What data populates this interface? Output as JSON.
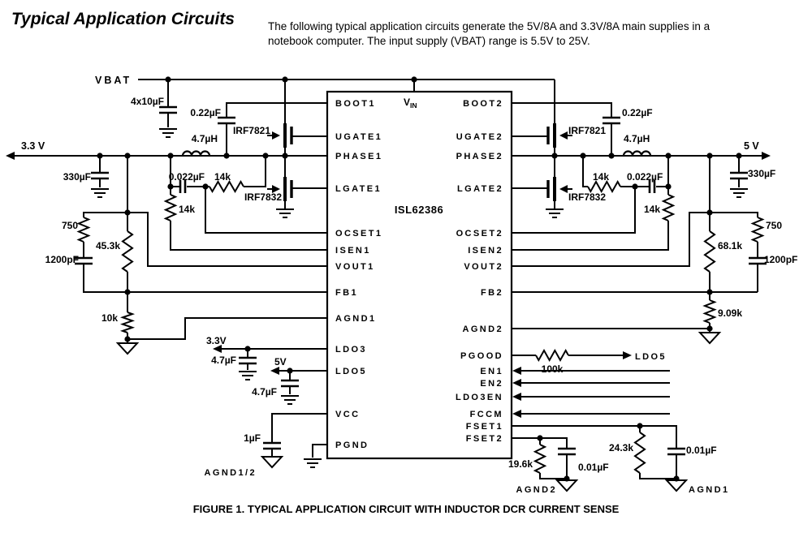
{
  "header": {
    "title": "Typical Application Circuits",
    "description_line1": "The following typical application circuits generate the 5V/8A and 3.3V/8A main supplies in a",
    "description_line2": "notebook computer. The input supply (VBAT) range is 5.5V to 25V."
  },
  "figure": {
    "caption": "FIGURE 1.  TYPICAL APPLICATION CIRCUIT WITH INDUCTOR DCR CURRENT SENSE"
  },
  "ic": {
    "name": "ISL62386",
    "vin": "V",
    "vin_sub": "IN",
    "left_pins": [
      "BOOT1",
      "UGATE1",
      "PHASE1",
      "LGATE1",
      "OCSET1",
      "ISEN1",
      "VOUT1",
      "FB1",
      "AGND1",
      "LDO3",
      "LDO5",
      "VCC",
      "PGND"
    ],
    "right_pins": [
      "BOOT2",
      "UGATE2",
      "PHASE2",
      "LGATE2",
      "OCSET2",
      "ISEN2",
      "VOUT2",
      "FB2",
      "AGND2",
      "PGOOD",
      "EN1",
      "EN2",
      "LDO3EN",
      "FCCM",
      "FSET1",
      "FSET2"
    ]
  },
  "nets": {
    "vbat": "VBAT",
    "out33": "3.3 V",
    "out5": "5 V",
    "ldo3_rail": "3.3V",
    "ldo5_rail": "5V",
    "pgood_pullup": "LDO5",
    "agnd12": "AGND1/2",
    "agnd1": "AGND1",
    "agnd2": "AGND2"
  },
  "components": {
    "cin": "4x10µF",
    "cboot1": "0.22µF",
    "cboot2": "0.22µF",
    "l1": "4.7µH",
    "l2": "4.7µH",
    "qh1": "IRF7821",
    "ql1": "IRF7832",
    "qh2": "IRF7821",
    "ql2": "IRF7832",
    "cout1": "330µF",
    "cout2": "330µF",
    "csen1": "0.022µF",
    "csen2": "0.022µF",
    "rsen1": "14k",
    "rsen2": "14k",
    "risen1": "14k",
    "risen2": "14k",
    "rcomp1": "750",
    "rcomp2": "750",
    "ccomp1": "1200pF",
    "ccomp2": "1200pF",
    "rfb1_top": "45.3k",
    "rfb2_top": "68.1k",
    "rfb1_bot": "10k",
    "rfb2_bot": "9.09k",
    "rpgood": "100k",
    "rfset1": "24.3k",
    "rfset2": "19.6k",
    "cfset1": "0.01µF",
    "cfset2": "0.01µF",
    "cldo3": "4.7µF",
    "cldo5": "4.7µF",
    "cvcc": "1µF"
  }
}
